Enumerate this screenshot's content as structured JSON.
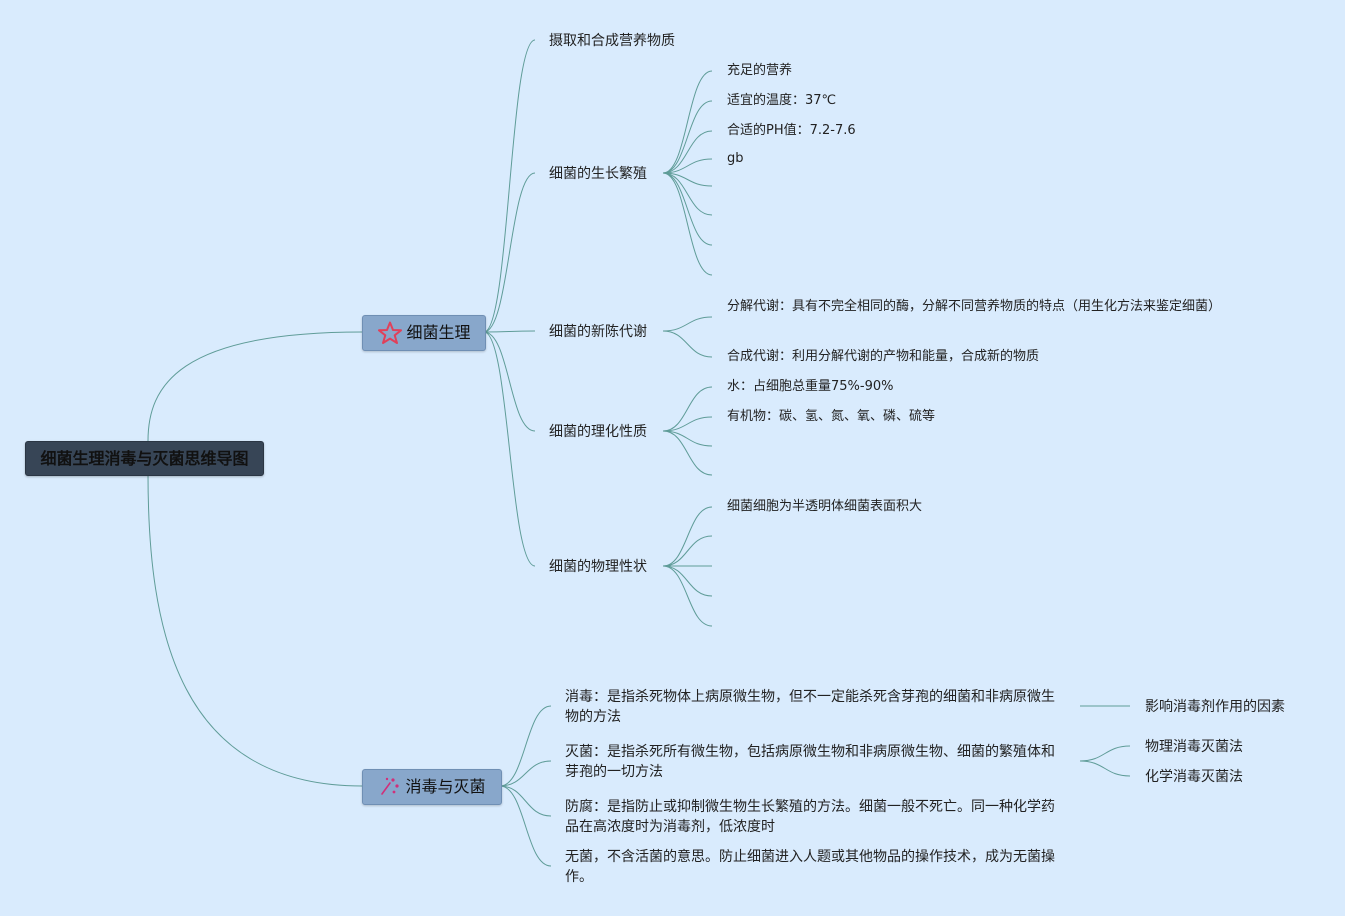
{
  "root": {
    "title": "细菌生理消毒与灭菌思维导图"
  },
  "branches": [
    {
      "label": "细菌生理",
      "icon": "star-icon",
      "children": [
        {
          "label": "摄取和合成营养物质",
          "children": []
        },
        {
          "label": "细菌的生长繁殖",
          "children": [
            "充足的营养",
            "适宜的温度：37℃",
            "合适的PH值：7.2-7.6",
            "gb",
            "",
            "",
            "",
            ""
          ]
        },
        {
          "label": "细菌的新陈代谢",
          "children": [
            "分解代谢：具有不完全相同的酶，分解不同营养物质的特点（用生化方法来鉴定细菌）",
            "合成代谢：利用分解代谢的产物和能量，合成新的物质"
          ]
        },
        {
          "label": "细菌的理化性质",
          "children": [
            "水：占细胞总重量75%-90%",
            "有机物：碳、氢、氮、氧、磷、硫等",
            "",
            ""
          ]
        },
        {
          "label": "细菌的物理性状",
          "children": [
            "细菌细胞为半透明体细菌表面积大",
            "",
            "",
            "",
            ""
          ]
        }
      ]
    },
    {
      "label": "消毒与灭菌",
      "icon": "sparkle-icon",
      "children": [
        {
          "label": "消毒：是指杀死物体上病原微生物，但不一定能杀死含芽孢的细菌和非病原微生物的方法",
          "children": [
            "影响消毒剂作用的因素"
          ]
        },
        {
          "label": "灭菌：是指杀死所有微生物，包括病原微生物和非病原微生物、细菌的繁殖体和芽孢的一切方法",
          "children": [
            "物理消毒灭菌法",
            "化学消毒灭菌法"
          ]
        },
        {
          "label": "防腐：是指防止或抑制微生物生长繁殖的方法。细菌一般不死亡。同一种化学药品在高浓度时为消毒剂，低浓度时",
          "children": []
        },
        {
          "label": "无菌，不含活菌的意思。防止细菌进入人题或其他物品的操作技术，成为无菌操作。",
          "children": []
        }
      ]
    }
  ],
  "colors": {
    "background": "#d9ebfd",
    "root_fill": "#374556",
    "main_fill": "#88a7cb",
    "connector": "#5f9c98",
    "star_icon": "#e0405a",
    "sparkle_icon": "#d0307a"
  }
}
